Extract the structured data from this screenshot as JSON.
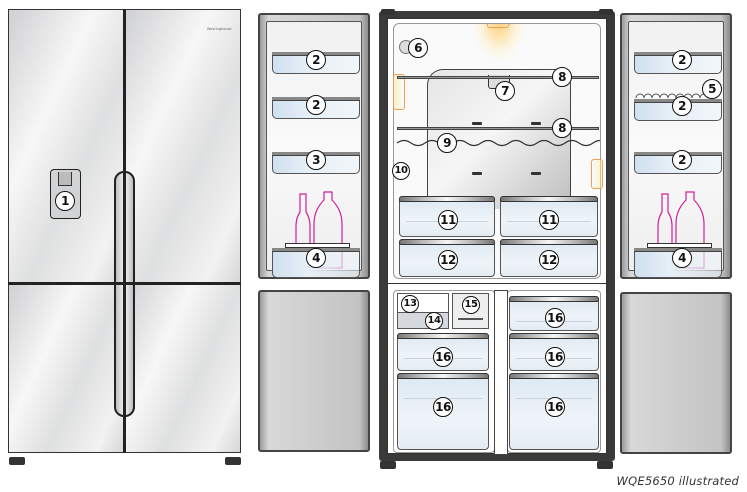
{
  "caption": "WQE5650  illustrated",
  "closed_fridge": {
    "brand": "Westinghouse",
    "callouts": [
      {
        "id": "1",
        "label": "1",
        "part": "water-dispenser"
      }
    ]
  },
  "left_fridge_door": {
    "callouts": [
      {
        "label": "2",
        "part": "door-bin"
      },
      {
        "label": "2",
        "part": "door-bin"
      },
      {
        "label": "3",
        "part": "door-bin"
      },
      {
        "label": "4",
        "part": "bottle-bin"
      }
    ]
  },
  "right_fridge_door": {
    "callouts": [
      {
        "label": "2",
        "part": "door-bin"
      },
      {
        "label": "5",
        "part": "egg-tray"
      },
      {
        "label": "2",
        "part": "door-bin"
      },
      {
        "label": "2",
        "part": "door-bin"
      },
      {
        "label": "4",
        "part": "bottle-bin"
      }
    ]
  },
  "cabinet": {
    "fridge_callouts": {
      "c6": "6",
      "c7": "7",
      "c8a": "8",
      "c8b": "8",
      "c9": "9",
      "c10": "10",
      "c11a": "11",
      "c11b": "11",
      "c12a": "12",
      "c12b": "12"
    },
    "freezer_callouts": {
      "c13": "13",
      "c14": "14",
      "c15": "15",
      "c16a": "16",
      "c16b": "16",
      "c16c": "16",
      "c16d": "16",
      "c16e": "16"
    }
  },
  "colors": {
    "outline": "#333333",
    "bottle": "#d21f9a",
    "bin_blue": "#cfe0ef",
    "light_glow": "#ffd27f"
  }
}
